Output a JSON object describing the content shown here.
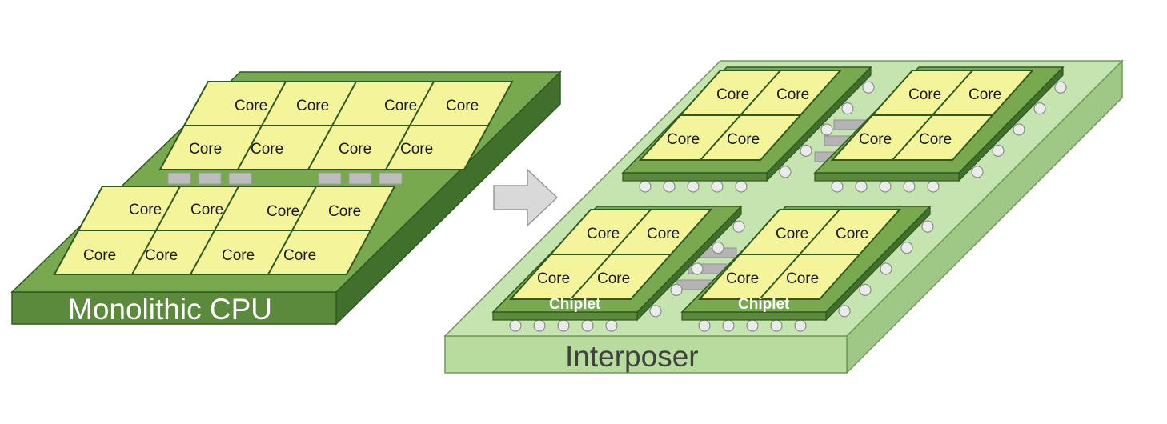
{
  "monolithic": {
    "label": "Monolithic CPU",
    "core_label": "Core",
    "colors": {
      "base": "#5b8a3c",
      "side": "#40702c",
      "top": "#78a94f",
      "core": "#f4f59a",
      "link": "#bdbdbd"
    }
  },
  "interposer": {
    "label": "Interposer",
    "chiplet_label": "Chiplet",
    "core_label": "Core",
    "colors": {
      "top": "#c6e4b0",
      "front": "#b8dc9e",
      "side": "#9fc887",
      "chiplet": "#5b8a3c",
      "core": "#f4f59a",
      "bump": "#e9ecea"
    }
  },
  "arrow": {
    "icon": "right-arrow-icon",
    "color": "#d9d9d9"
  }
}
